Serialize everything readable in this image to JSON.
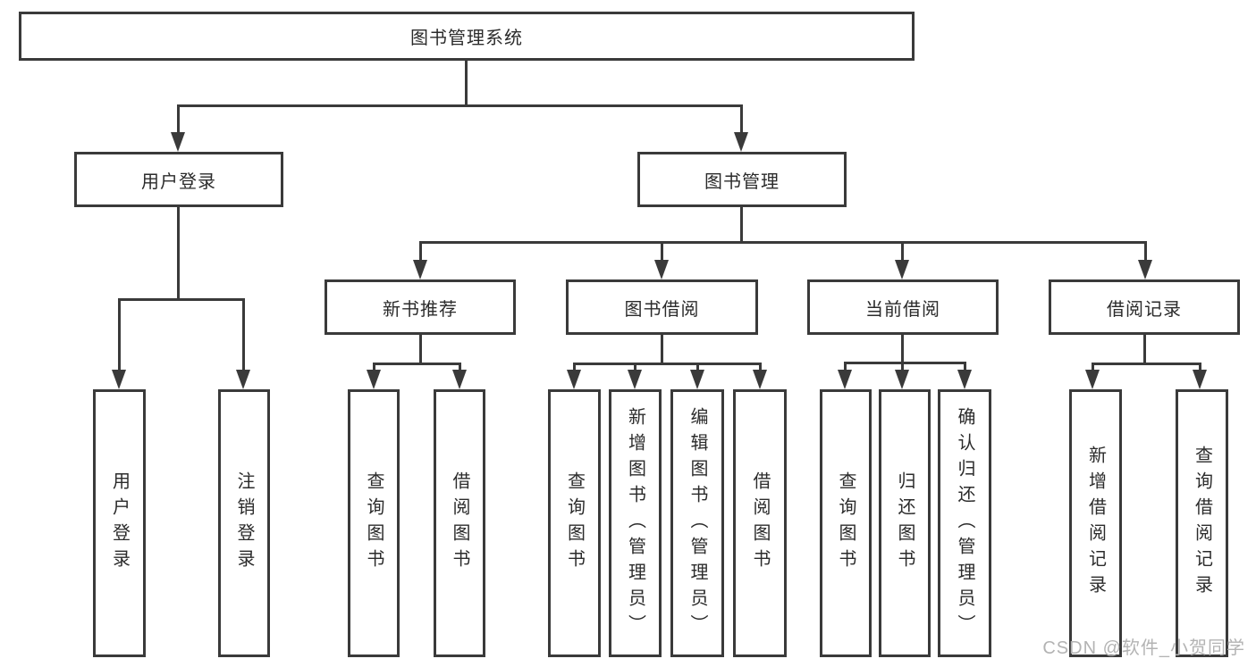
{
  "nodes": {
    "root": "图书管理系统",
    "user_login_branch": "用户登录",
    "book_mgmt_branch": "图书管理",
    "new_book": "新书推荐",
    "book_borrow": "图书借阅",
    "current_borrow": "当前借阅",
    "borrow_records": "借阅记录",
    "user_login_leaf": "用户登录",
    "logout_leaf": "注销登录",
    "nb_query_books": "查询图书",
    "nb_borrow_books": "借阅图书",
    "bb_query_books": "查询图书",
    "bb_add_books": "新增图书（管理员）",
    "bb_edit_books": "编辑图书（管理员）",
    "bb_borrow_books": "借阅图书",
    "cb_query_books": "查询图书",
    "cb_return_books": "归还图书",
    "cb_confirm_return": "确认归还（管理员）",
    "br_add_record": "新增借阅记录",
    "br_query_record": "查询借阅记录"
  },
  "hierarchy": {
    "图书管理系统": {
      "用户登录": [
        "用户登录",
        "注销登录"
      ],
      "图书管理": {
        "新书推荐": [
          "查询图书",
          "借阅图书"
        ],
        "图书借阅": [
          "查询图书",
          "新增图书（管理员）",
          "编辑图书（管理员）",
          "借阅图书"
        ],
        "当前借阅": [
          "查询图书",
          "归还图书",
          "确认归还（管理员）"
        ],
        "借阅记录": [
          "新增借阅记录",
          "查询借阅记录"
        ]
      }
    }
  },
  "watermark": "CSDN @软件_小贺同学",
  "colors": {
    "line": "#3a3a3a",
    "text": "#2b2b2b",
    "watermark": "#b3b3b3",
    "background": "#ffffff"
  }
}
